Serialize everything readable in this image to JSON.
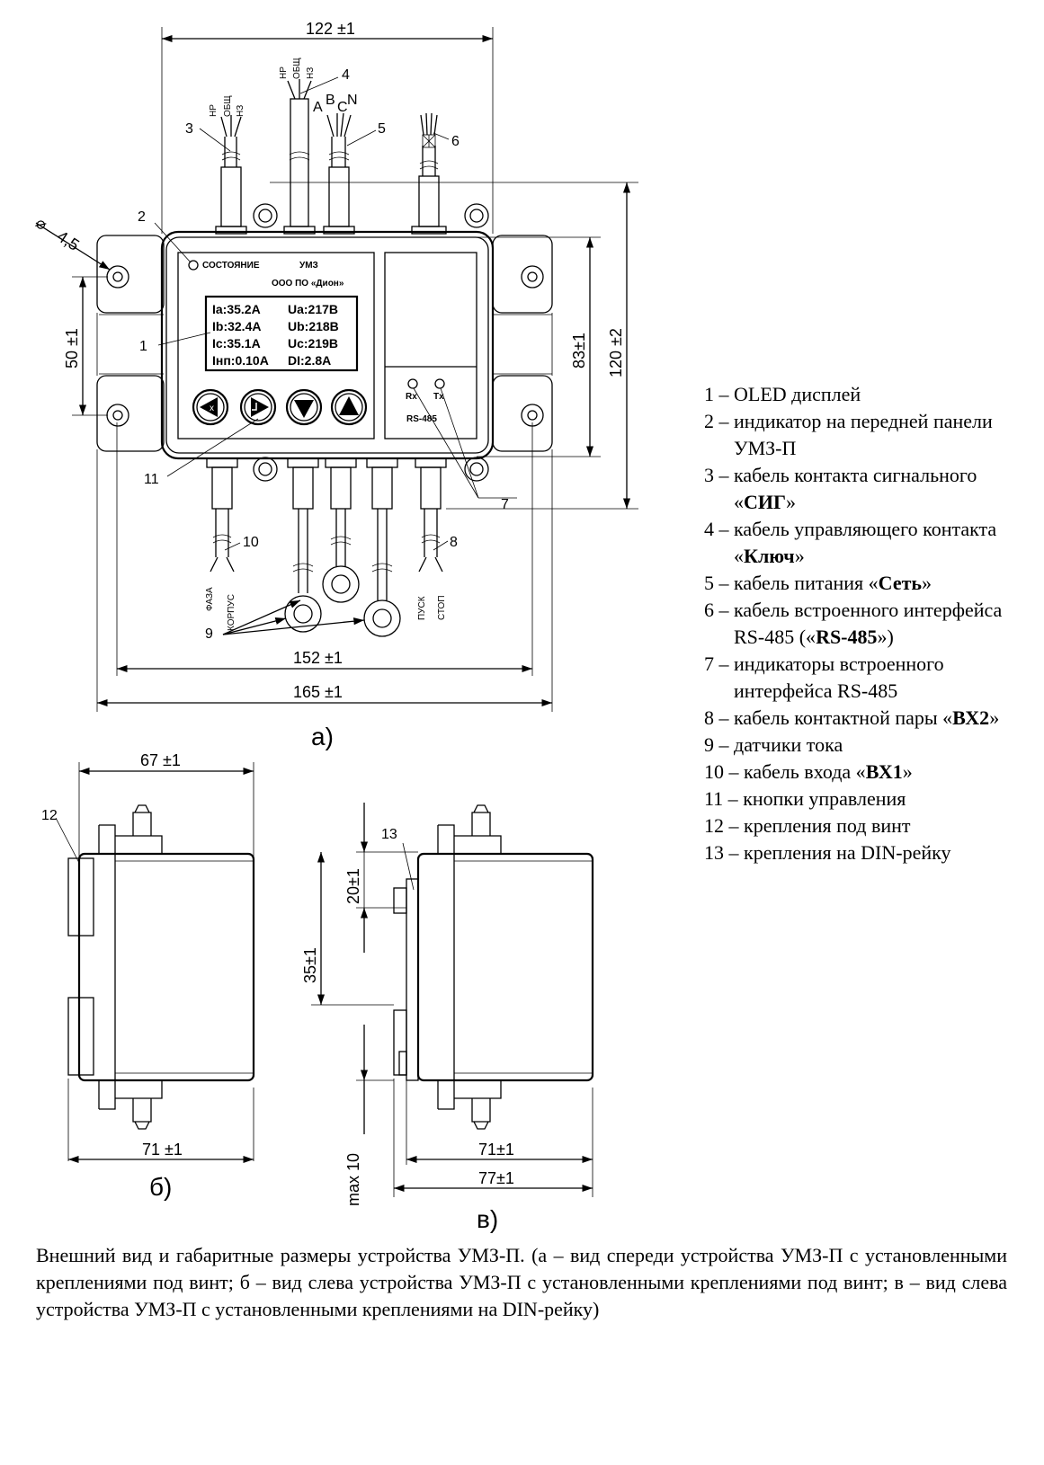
{
  "dimensions": {
    "width_top": "122 ±1",
    "hole_dia_symbol": "⌀",
    "hole_dia": "4,5",
    "mount_spacing": "50 ±1",
    "height_inner": "83±1",
    "height_outer": "120 ±2",
    "width_152": "152 ±1",
    "width_165": "165 ±1",
    "depth_67": "67 ±1",
    "depth_71_b": "71 ±1",
    "din_20": "20±1",
    "din_35": "35±1",
    "din_max10": "max 10",
    "depth_71_c": "71±1",
    "depth_77": "77±1"
  },
  "front_panel": {
    "status_label": "СОСТОЯНИЕ",
    "device_name": "УМЗ",
    "maker": "ООО ПО «Дион»",
    "display_lines": [
      [
        "Ia:35.2A",
        "Ua:217B"
      ],
      [
        "Ib:32.4A",
        "Ub:218B"
      ],
      [
        "Ic:35.1A",
        "Uc:219B"
      ],
      [
        "Iнп:0.10A",
        "DI:2.8A"
      ]
    ],
    "rx": "Rx",
    "tx": "Tx",
    "rs485": "RS-485"
  },
  "wire_labels": {
    "sig": [
      "НР",
      "ОБЩ",
      "НЗ"
    ],
    "key": [
      "НР",
      "ОБЩ",
      "НЗ"
    ],
    "power": [
      "A",
      "B",
      "C",
      "N"
    ],
    "bx1": [
      "ФАЗА",
      "КОРПУС"
    ],
    "bx2": [
      "ПУСК",
      "СТОП"
    ]
  },
  "callouts": [
    "1",
    "2",
    "3",
    "4",
    "5",
    "6",
    "7",
    "8",
    "9",
    "10",
    "11",
    "12",
    "13"
  ],
  "view_labels": {
    "a": "а)",
    "b": "б)",
    "c": "в)"
  },
  "legend": [
    {
      "num": "1 –",
      "text": "OLED дисплей"
    },
    {
      "num": "2 –",
      "text": "индикатор на передней панели УМЗ-П"
    },
    {
      "num": "3 –",
      "text": "кабель контакта сигнального «",
      "bold": "СИГ",
      "after": "»"
    },
    {
      "num": "4 –",
      "text": "кабель управляющего контакта «",
      "bold": "Ключ",
      "after": "»"
    },
    {
      "num": "5 –",
      "text": "кабель питания «",
      "bold": "Сеть",
      "after": "»"
    },
    {
      "num": "6 –",
      "text": "кабель встроенного интерфейса RS-485 («",
      "bold": "RS-485",
      "after": "»)"
    },
    {
      "num": "7 –",
      "text": "индикаторы встроенного интерфейса RS-485"
    },
    {
      "num": "8 –",
      "text": "кабель контактной пары «",
      "bold": "ВХ2",
      "after": "»"
    },
    {
      "num": "9 –",
      "text": "датчики тока"
    },
    {
      "num": "10 –",
      "text": "кабель входа «",
      "bold": "ВХ1",
      "after": "»"
    },
    {
      "num": "11 –",
      "text": "кнопки управления"
    },
    {
      "num": "12 –",
      "text": "крепления под винт"
    },
    {
      "num": "13 –",
      "text": "крепления на DIN-рейку"
    }
  ],
  "caption": "Внешний вид и габаритные размеры устройства УМЗ-П. (а – вид спереди устройства УМЗ-П с установленными креплениями под винт; б – вид слева устройства УМЗ-П с установленными креплениями под винт; в – вид слева устройства УМЗ-П с установленными креплениями на DIN-рейку)"
}
